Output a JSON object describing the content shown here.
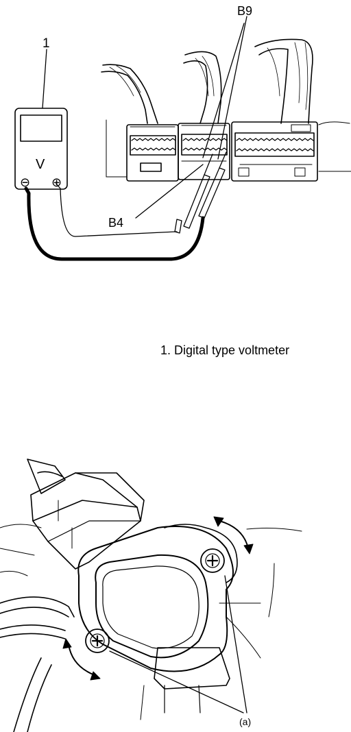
{
  "diagram1": {
    "label_1": "1",
    "label_v": "V",
    "label_minus": "⊖",
    "label_plus": "⊕",
    "label_b9": "B9",
    "label_b4": "B4",
    "caption": "1. Digital type voltmeter"
  },
  "diagram2": {
    "label_a": "(a)"
  }
}
